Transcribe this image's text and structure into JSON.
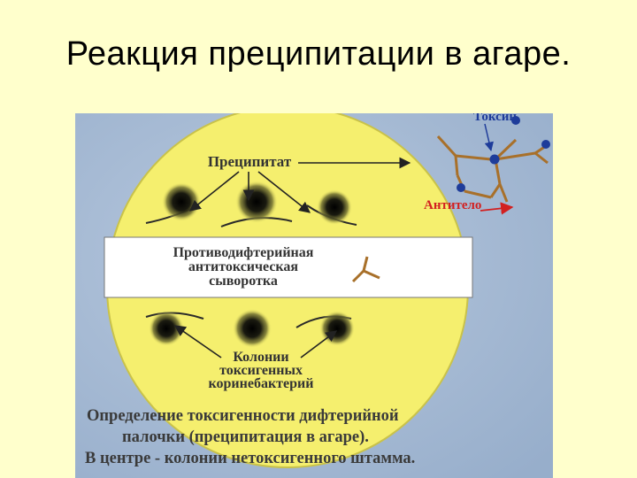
{
  "slide": {
    "title": "Реакция преципитации в агаре."
  },
  "diagram": {
    "label_precipitate": "Преципитат",
    "serum_lines": [
      "Противодифтерийная",
      "антитоксическая",
      "сыворотка"
    ],
    "colony_lines": [
      "Колонии",
      "токсигенных",
      "коринебактерий"
    ],
    "label_toxin": "Токсин",
    "label_antibody": "Антитело",
    "colors": {
      "background": "#ffffcc",
      "figure_background": "#a9bcd6",
      "plate": "#f5ef6e",
      "arrow_antibody": "#d22020",
      "toxin_dot": "#1e3c9a"
    }
  },
  "caption": {
    "line1": "Определение токсигенности дифтерийной",
    "line2": "палочки (преципитация в агаре).",
    "line3": "В центре - колонии нетоксигенного штамма."
  }
}
